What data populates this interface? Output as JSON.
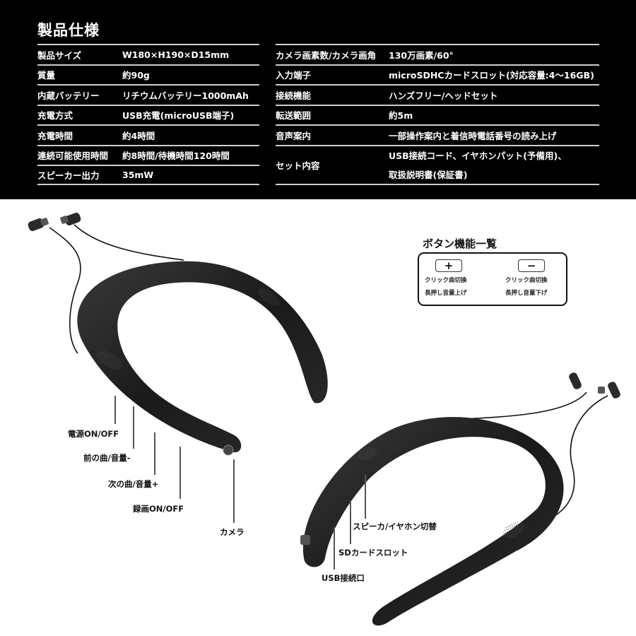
{
  "spec": {
    "title": "製品仕様",
    "left_rows": [
      {
        "label": "製品サイズ",
        "value": "W180×H190×D15mm"
      },
      {
        "label": "質量",
        "value": "約90g"
      },
      {
        "label": "内蔵バッテリー",
        "value": "リチウムバッテリー1000mAh"
      },
      {
        "label": "充電方式",
        "value": "USB充電(microUSB端子)"
      },
      {
        "label": "充電時間",
        "value": "約4時間"
      },
      {
        "label": "連続可能使用時間",
        "value": "約8時間/待機時間120時間"
      },
      {
        "label": "スピーカー出力",
        "value": "35mW"
      }
    ],
    "right_rows": [
      {
        "label": "カメラ画素数/カメラ画角",
        "value": "130万画素/60°"
      },
      {
        "label": "入力端子",
        "value": "microSDHCカードスロット(対応容量:4〜16GB)"
      },
      {
        "label": "接続機能",
        "value": "ハンズフリー/ヘッドセット"
      },
      {
        "label": "転送範囲",
        "value": "約5m"
      },
      {
        "label": "音声案内",
        "value": "一部操作案内と着信時電話番号の読み上げ"
      },
      {
        "label": "セット内容",
        "value_line1": "USB接続コード、イヤホンパット(予備用)、",
        "value_line2": "取扱説明書(保証書)"
      }
    ]
  },
  "button_functions": {
    "title": "ボタン機能一覧",
    "plus": {
      "key": "+",
      "line1": "クリック曲切換",
      "line2": "長押し音量上げ"
    },
    "minus": {
      "key": "−",
      "line1": "クリック曲切換",
      "line2": "長押し音量下げ"
    }
  },
  "callouts": {
    "power": "電源ON/OFF",
    "prev": "前の曲/音量-",
    "next": "次の曲/音量+",
    "record": "録画ON/OFF",
    "camera": "カメラ",
    "speaker_switch": "スピーカ/イヤホン切替",
    "sd_slot": "SDカードスロット",
    "usb_port": "USB接続口"
  },
  "colors": {
    "panel_bg": "#000000",
    "panel_text": "#ffffff",
    "rule": "#cfcfcf",
    "device": "#1c1c1c"
  }
}
